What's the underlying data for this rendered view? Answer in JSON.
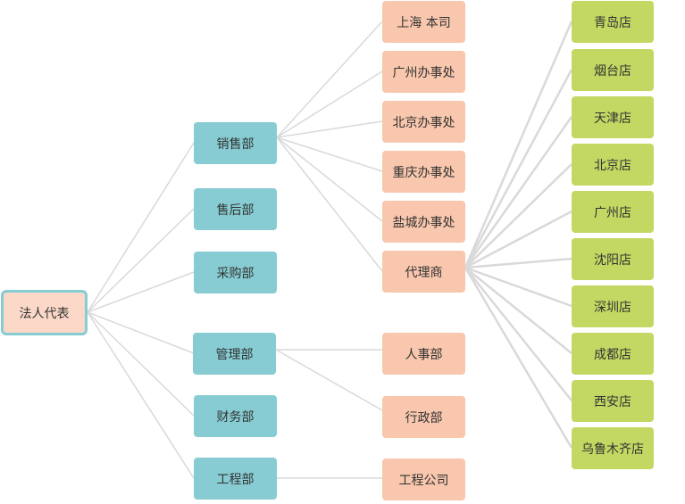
{
  "root": {
    "label": "法人代表"
  },
  "departments": [
    {
      "label": "销售部"
    },
    {
      "label": "售后部"
    },
    {
      "label": "采购部"
    },
    {
      "label": "管理部"
    },
    {
      "label": "财务部"
    },
    {
      "label": "工程部"
    }
  ],
  "offices": [
    {
      "label": "上海  本司"
    },
    {
      "label": "广州办事处"
    },
    {
      "label": "北京办事处"
    },
    {
      "label": "重庆办事处"
    },
    {
      "label": "盐城办事处"
    },
    {
      "label": "代理商"
    },
    {
      "label": "人事部"
    },
    {
      "label": "行政部"
    },
    {
      "label": "工程公司"
    }
  ],
  "stores": [
    {
      "label": "青岛店"
    },
    {
      "label": "烟台店"
    },
    {
      "label": "天津店"
    },
    {
      "label": "北京店"
    },
    {
      "label": "广州店"
    },
    {
      "label": "沈阳店"
    },
    {
      "label": "深圳店"
    },
    {
      "label": "成都店"
    },
    {
      "label": "西安店"
    },
    {
      "label": "乌鲁木齐店"
    }
  ],
  "colors": {
    "root_fill": "#fbd8c8",
    "root_border": "#86cdd3",
    "department_fill": "#86ccd2",
    "office_fill": "#f8c7ad",
    "store_fill": "#c2d862",
    "connector": "#d9d9d9"
  }
}
